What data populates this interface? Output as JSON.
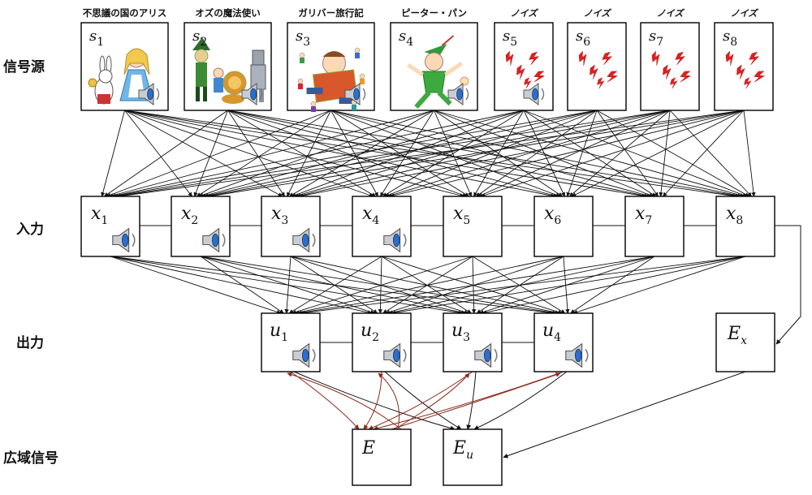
{
  "row_labels": {
    "sources": "信号源",
    "inputs": "入力",
    "outputs": "出力",
    "global": "広域信号"
  },
  "sources": [
    {
      "caption": "不思議の国のアリス",
      "var": "s",
      "sub": "1",
      "picture": "alice-illustration",
      "speaker": true
    },
    {
      "caption": "オズの魔法使い",
      "var": "s",
      "sub": "2",
      "picture": "wizard-of-oz-illustration",
      "speaker": true
    },
    {
      "caption": "ガリバー旅行記",
      "var": "s",
      "sub": "3",
      "picture": "gulliver-illustration",
      "speaker": true
    },
    {
      "caption": "ピーター・パン",
      "var": "s",
      "sub": "4",
      "picture": "peter-pan-illustration",
      "speaker": true
    },
    {
      "caption": "ノイズ",
      "var": "s",
      "sub": "5",
      "picture": "lightning-noise",
      "speaker": true
    },
    {
      "caption": "ノイズ",
      "var": "s",
      "sub": "6",
      "picture": "lightning-noise",
      "speaker": false
    },
    {
      "caption": "ノイズ",
      "var": "s",
      "sub": "7",
      "picture": "lightning-noise",
      "speaker": false
    },
    {
      "caption": "ノイズ",
      "var": "s",
      "sub": "8",
      "picture": "lightning-noise",
      "speaker": false
    }
  ],
  "inputs": [
    {
      "var": "x",
      "sub": "1",
      "speaker": true
    },
    {
      "var": "x",
      "sub": "2",
      "speaker": true
    },
    {
      "var": "x",
      "sub": "3",
      "speaker": true
    },
    {
      "var": "x",
      "sub": "4",
      "speaker": true
    },
    {
      "var": "x",
      "sub": "5",
      "speaker": false
    },
    {
      "var": "x",
      "sub": "6",
      "speaker": false
    },
    {
      "var": "x",
      "sub": "7",
      "speaker": false
    },
    {
      "var": "x",
      "sub": "8",
      "speaker": false
    }
  ],
  "outputs": [
    {
      "var": "u",
      "sub": "1",
      "speaker": true
    },
    {
      "var": "u",
      "sub": "2",
      "speaker": true
    },
    {
      "var": "u",
      "sub": "3",
      "speaker": true
    },
    {
      "var": "u",
      "sub": "4",
      "speaker": true
    }
  ],
  "ex_node": {
    "var": "E",
    "sub": "x"
  },
  "global_nodes": [
    {
      "var": "E",
      "sub": ""
    },
    {
      "var": "E",
      "sub": "u"
    }
  ],
  "colors": {
    "line": "#111111",
    "feedback": "#8b2a1a",
    "lightning": "#e02020",
    "speaker_blue": "#2a6fd0"
  }
}
